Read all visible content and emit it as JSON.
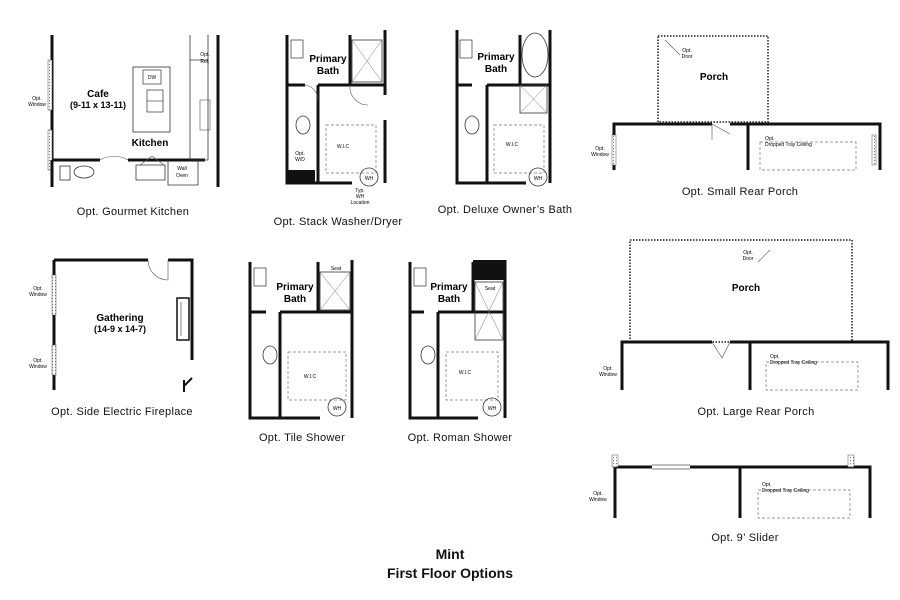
{
  "title": {
    "line1": "Mint",
    "line2": "First Floor Options"
  },
  "plans": [
    {
      "caption": "Opt. Gourmet Kitchen",
      "labels": {
        "cafe": "Cafe",
        "cafe_dim": "(9-11 x 13-11)",
        "kitchen": "Kitchen",
        "window": [
          "Opt.",
          "Window"
        ],
        "dw": "DW",
        "ref": [
          "Opt.",
          "Ref."
        ],
        "oven": [
          "Wall",
          "Oven"
        ]
      }
    },
    {
      "caption": "Opt. Stack Washer/Dryer",
      "labels": {
        "bath": [
          "Primary",
          "Bath"
        ],
        "wic": "W.I.C",
        "wd": [
          "Opt.",
          "W/D"
        ],
        "wh": "WH",
        "whloc": [
          "Typ.",
          "WH",
          "Location"
        ]
      }
    },
    {
      "caption": "Opt. Deluxe Owner’s Bath",
      "labels": {
        "bath": [
          "Primary",
          "Bath"
        ],
        "wic": "W.I.C",
        "wh": "WH"
      }
    },
    {
      "caption": "Opt. Small Rear Porch",
      "labels": {
        "porch": "Porch",
        "door": [
          "Opt.",
          "Door"
        ],
        "window": [
          "Opt.",
          "Window"
        ],
        "tray": [
          "Opt.",
          "Dropped Tray Ceiling"
        ]
      }
    },
    {
      "caption": "Opt. Side Electric Fireplace",
      "labels": {
        "gathering": "Gathering",
        "gathering_dim": "(14-9 x 14-7)",
        "window": [
          "Opt.",
          "Window"
        ]
      }
    },
    {
      "caption": "Opt. Tile Shower",
      "labels": {
        "bath": [
          "Primary",
          "Bath"
        ],
        "seat": "Seat",
        "wic": "W.I.C",
        "wh": "WH"
      }
    },
    {
      "caption": "Opt. Roman Shower",
      "labels": {
        "bath": [
          "Primary",
          "Bath"
        ],
        "seat": "Seat",
        "wic": "W.I.C",
        "wh": "WH"
      }
    },
    {
      "caption": "Opt. Large Rear Porch",
      "labels": {
        "porch": "Porch",
        "door": [
          "Opt.",
          "Door"
        ],
        "window": [
          "Opt.",
          "Window"
        ],
        "tray": [
          "Opt.",
          "Dropped Tray Ceiling"
        ]
      }
    },
    {
      "caption": "Opt. 9’ Slider",
      "labels": {
        "window": [
          "Opt.",
          "Window"
        ],
        "tray": [
          "Opt.",
          "Dropped Tray Ceiling"
        ]
      }
    }
  ]
}
